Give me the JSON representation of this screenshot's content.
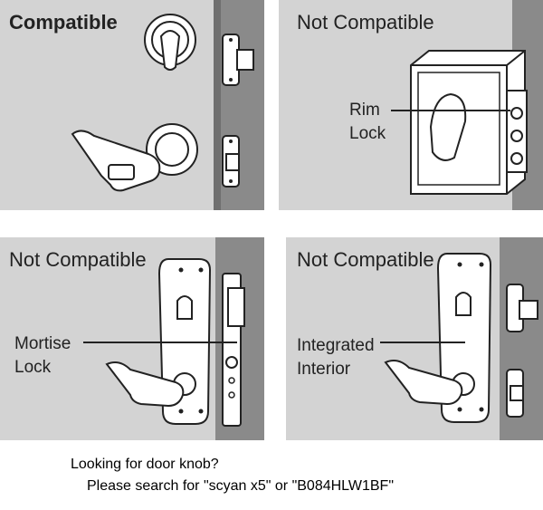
{
  "panels": [
    {
      "title": "Compatible"
    },
    {
      "title": "Not Compatible",
      "label_line1": "Rim",
      "label_line2": "Lock"
    },
    {
      "title": "Not Compatible",
      "label_line1": "Mortise",
      "label_line2": "Lock"
    },
    {
      "title": "Not Compatible",
      "label_line1": "Integrated",
      "label_line2": "Interior"
    }
  ],
  "footer": {
    "line1": "Looking for door knob?",
    "line2": "Please search for \"scyan x5\" or \"B084HLW1BF\""
  }
}
